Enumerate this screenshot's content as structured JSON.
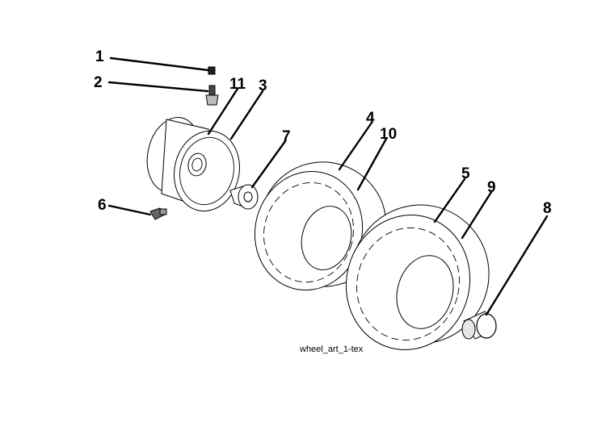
{
  "diagram": {
    "caption": "wheel_art_1-tex",
    "callouts": [
      {
        "id": "c1",
        "label": "1"
      },
      {
        "id": "c2",
        "label": "2"
      },
      {
        "id": "c3",
        "label": "3"
      },
      {
        "id": "c4",
        "label": "4"
      },
      {
        "id": "c5",
        "label": "5"
      },
      {
        "id": "c6",
        "label": "6"
      },
      {
        "id": "c7",
        "label": "7"
      },
      {
        "id": "c8",
        "label": "8"
      },
      {
        "id": "c9",
        "label": "9"
      },
      {
        "id": "c10",
        "label": "10"
      },
      {
        "id": "c11",
        "label": "11"
      }
    ],
    "colors": {
      "ink": "#000000",
      "background": "#ffffff",
      "part_shade": "#d8d8d8"
    }
  }
}
